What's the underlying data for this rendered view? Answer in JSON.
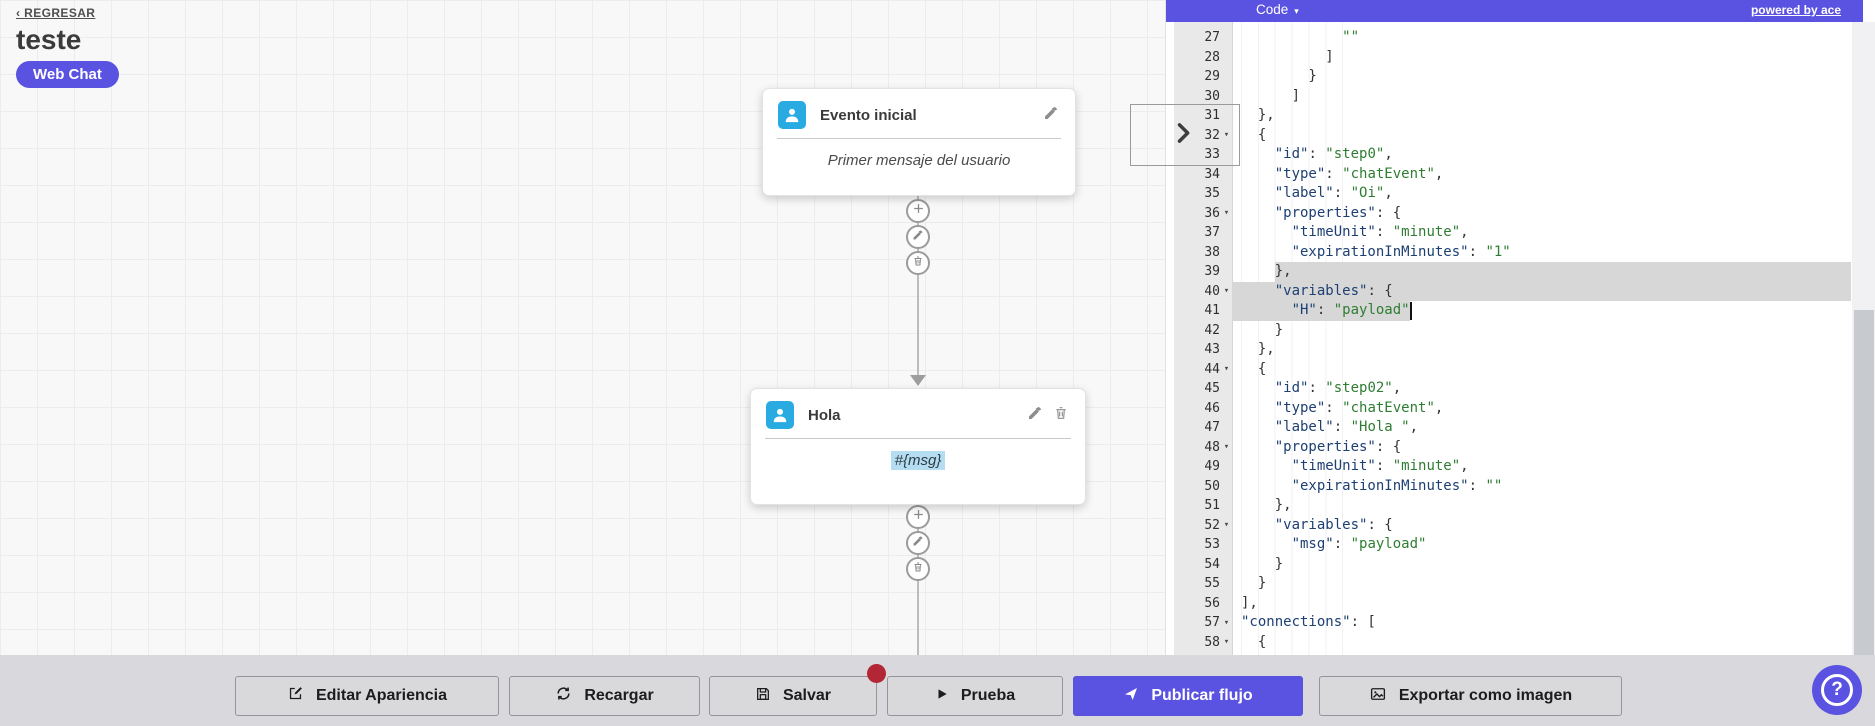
{
  "page": {
    "back_arrow": "‹",
    "back_label": "REGRESAR",
    "flow_title": "teste",
    "channel_badge": "Web Chat"
  },
  "colors": {
    "accent_purple": "#5a52e0",
    "node_icon_cyan": "#29abe2",
    "code_key": "#1d3f72",
    "code_string": "#2e7d32",
    "selection_gray": "#d7d7d7",
    "unsaved_dot_red": "#b32636",
    "msg_highlight_blue": "#b5ddf2"
  },
  "nodes": [
    {
      "title": "Evento inicial",
      "body": "Primer mensaje del usuario"
    },
    {
      "title": "Hola",
      "body": "#{msg}"
    }
  ],
  "editor": {
    "header": {
      "mode_label": "Code",
      "caret": "▾",
      "credit": "powered by ace"
    },
    "fold_glyph": "▾",
    "lines": [
      {
        "n": 27,
        "text": "            \"\""
      },
      {
        "n": 28,
        "text": "          ]"
      },
      {
        "n": 29,
        "text": "        }"
      },
      {
        "n": 30,
        "text": "      ]"
      },
      {
        "n": 31,
        "text": "  },"
      },
      {
        "n": 32,
        "text": "  {",
        "fold": true
      },
      {
        "n": 33,
        "text": "    \"id\": \"step0\","
      },
      {
        "n": 34,
        "text": "    \"type\": \"chatEvent\","
      },
      {
        "n": 35,
        "text": "    \"label\": \"Oi\","
      },
      {
        "n": 36,
        "text": "    \"properties\": {",
        "fold": true
      },
      {
        "n": 37,
        "text": "      \"timeUnit\": \"minute\","
      },
      {
        "n": 38,
        "text": "      \"expirationInMinutes\": \"1\""
      },
      {
        "n": 39,
        "text": "    },",
        "sel": {
          "from": 4,
          "to": null
        }
      },
      {
        "n": 40,
        "text": "    \"variables\": {",
        "fold": true,
        "sel": {
          "from": null,
          "to": null
        }
      },
      {
        "n": 41,
        "text": "      \"H\": \"payload\"",
        "sel": {
          "from": null,
          "to": 20
        },
        "cursor": 20
      },
      {
        "n": 42,
        "text": "    }"
      },
      {
        "n": 43,
        "text": "  },"
      },
      {
        "n": 44,
        "text": "  {",
        "fold": true
      },
      {
        "n": 45,
        "text": "    \"id\": \"step02\","
      },
      {
        "n": 46,
        "text": "    \"type\": \"chatEvent\","
      },
      {
        "n": 47,
        "text": "    \"label\": \"Hola \","
      },
      {
        "n": 48,
        "text": "    \"properties\": {",
        "fold": true
      },
      {
        "n": 49,
        "text": "      \"timeUnit\": \"minute\","
      },
      {
        "n": 50,
        "text": "      \"expirationInMinutes\": \"\""
      },
      {
        "n": 51,
        "text": "    },"
      },
      {
        "n": 52,
        "text": "    \"variables\": {",
        "fold": true
      },
      {
        "n": 53,
        "text": "      \"msg\": \"payload\""
      },
      {
        "n": 54,
        "text": "    }"
      },
      {
        "n": 55,
        "text": "  }"
      },
      {
        "n": 56,
        "text": "],"
      },
      {
        "n": 57,
        "text": "\"connections\": [",
        "fold": true
      },
      {
        "n": 58,
        "text": "  {",
        "fold": true
      }
    ]
  },
  "toolbar": {
    "buttons": [
      {
        "label": "Editar Apariencia"
      },
      {
        "label": "Recargar"
      },
      {
        "label": "Salvar"
      },
      {
        "label": "Prueba"
      },
      {
        "label": "Publicar flujo"
      },
      {
        "label": "Exportar como imagen"
      }
    ]
  },
  "help": {
    "label": "?"
  }
}
